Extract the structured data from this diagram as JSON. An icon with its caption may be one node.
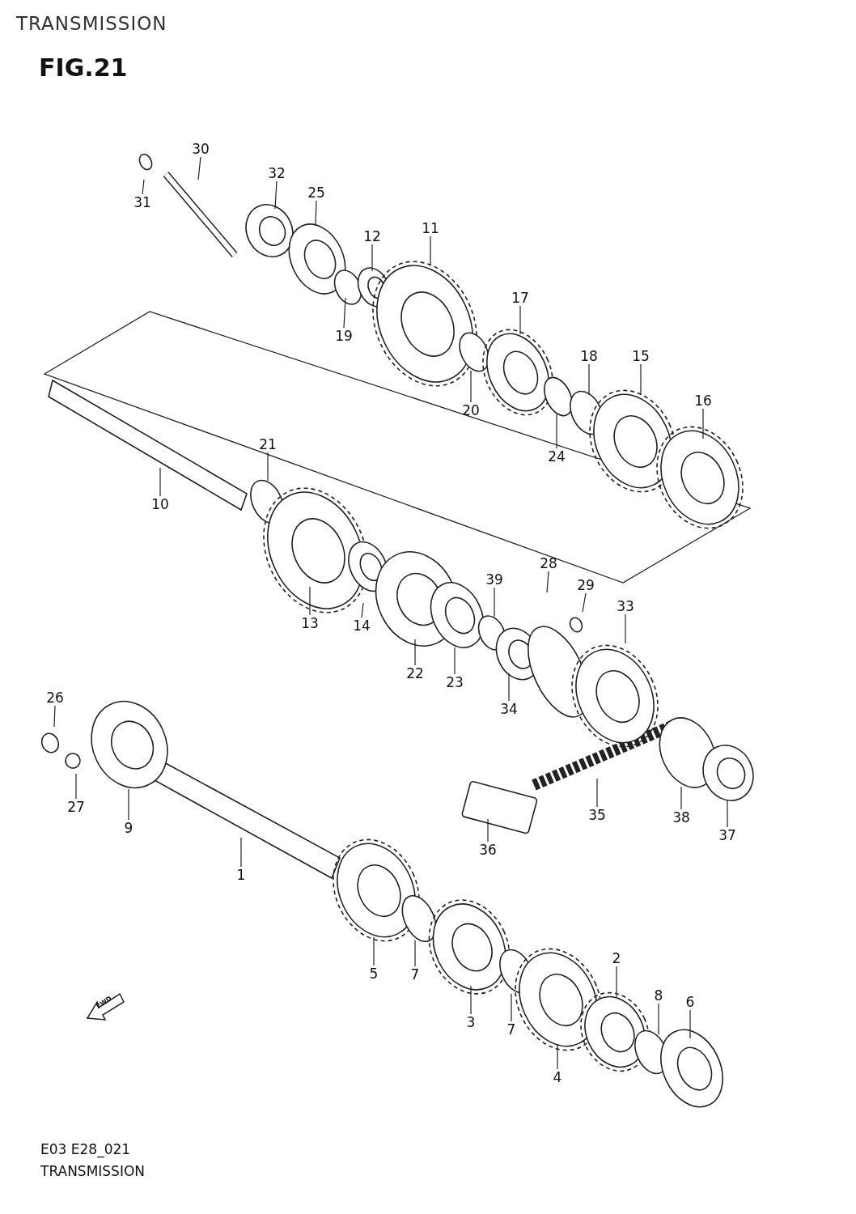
{
  "diagram": {
    "title": "TRANSMISSION",
    "nodes": [
      {
        "text": [
          "30"
        ]
      },
      {
        "text": [
          "31"
        ]
      },
      {
        "text": [
          "32"
        ]
      },
      {
        "text": [
          "25"
        ]
      },
      {
        "text": [
          "12"
        ]
      },
      {
        "text": [
          "11"
        ]
      },
      {
        "text": [
          "19"
        ]
      },
      {
        "text": [
          "17"
        ]
      },
      {
        "text": [
          "18"
        ]
      },
      {
        "text": [
          "15"
        ]
      },
      {
        "text": [
          "20"
        ]
      },
      {
        "text": [
          "16"
        ]
      },
      {
        "text": [
          "24"
        ]
      },
      {
        "text": [
          "21"
        ]
      },
      {
        "text": [
          "10"
        ]
      },
      {
        "text": [
          "28"
        ]
      },
      {
        "text": [
          "39"
        ]
      },
      {
        "text": [
          "29"
        ]
      },
      {
        "text": [
          "33"
        ]
      },
      {
        "text": [
          "13"
        ]
      },
      {
        "text": [
          "14"
        ]
      },
      {
        "text": [
          "22"
        ]
      },
      {
        "text": [
          "23"
        ]
      },
      {
        "text": [
          "26"
        ]
      },
      {
        "text": [
          "34"
        ]
      },
      {
        "text": [
          "27"
        ]
      },
      {
        "text": [
          "9"
        ]
      },
      {
        "text": [
          "35"
        ]
      },
      {
        "text": [
          "38"
        ]
      },
      {
        "text": [
          "37"
        ]
      },
      {
        "text": [
          "36"
        ]
      },
      {
        "text": [
          "1"
        ]
      },
      {
        "text": [
          "2"
        ]
      },
      {
        "text": [
          "5"
        ]
      },
      {
        "text": [
          "7"
        ]
      },
      {
        "text": [
          "8"
        ]
      },
      {
        "text": [
          "6"
        ]
      },
      {
        "text": [
          "3"
        ]
      },
      {
        "text": [
          "7"
        ]
      },
      {
        "text": [
          "4"
        ]
      }
    ],
    "edges": [
      {
        "from": 0,
        "to": null,
        "arrow": "none"
      },
      {
        "from": 1,
        "to": null,
        "arrow": "none"
      },
      {
        "from": 2,
        "to": null,
        "arrow": "none"
      },
      {
        "from": 3,
        "to": null,
        "arrow": "none"
      },
      {
        "from": 4,
        "to": null,
        "arrow": "none"
      },
      {
        "from": 5,
        "to": null,
        "arrow": "none"
      },
      {
        "from": 6,
        "to": null,
        "arrow": "none"
      },
      {
        "from": 7,
        "to": null,
        "arrow": "none"
      },
      {
        "from": 8,
        "to": null,
        "arrow": "none"
      },
      {
        "from": 9,
        "to": null,
        "arrow": "none"
      },
      {
        "from": 10,
        "to": null,
        "arrow": "none"
      },
      {
        "from": 11,
        "to": null,
        "arrow": "none"
      },
      {
        "from": 12,
        "to": null,
        "arrow": "none"
      },
      {
        "from": 13,
        "to": null,
        "arrow": "none"
      },
      {
        "from": 14,
        "to": null,
        "arrow": "none"
      },
      {
        "from": 15,
        "to": null,
        "arrow": "none"
      },
      {
        "from": 16,
        "to": null,
        "arrow": "none"
      },
      {
        "from": 17,
        "to": null,
        "arrow": "none"
      },
      {
        "from": 18,
        "to": null,
        "arrow": "none"
      },
      {
        "from": 19,
        "to": null,
        "arrow": "none"
      },
      {
        "from": 20,
        "to": null,
        "arrow": "none"
      },
      {
        "from": 21,
        "to": null,
        "arrow": "none"
      },
      {
        "from": 22,
        "to": null,
        "arrow": "none"
      },
      {
        "from": 23,
        "to": null,
        "arrow": "none"
      },
      {
        "from": 24,
        "to": null,
        "arrow": "none"
      },
      {
        "from": 25,
        "to": null,
        "arrow": "none"
      },
      {
        "from": 26,
        "to": null,
        "arrow": "none"
      },
      {
        "from": 27,
        "to": null,
        "arrow": "none"
      },
      {
        "from": 28,
        "to": null,
        "arrow": "none"
      },
      {
        "from": 29,
        "to": null,
        "arrow": "none"
      },
      {
        "from": 30,
        "to": null,
        "arrow": "none"
      },
      {
        "from": 31,
        "to": null,
        "arrow": "none"
      },
      {
        "from": 32,
        "to": null,
        "arrow": "none"
      },
      {
        "from": 33,
        "to": null,
        "arrow": "none"
      },
      {
        "from": 34,
        "to": null,
        "arrow": "none"
      },
      {
        "from": 35,
        "to": null,
        "arrow": "none"
      },
      {
        "from": 36,
        "to": null,
        "arrow": "none"
      },
      {
        "from": 37,
        "to": null,
        "arrow": "none"
      },
      {
        "from": 38,
        "to": null,
        "arrow": "none"
      },
      {
        "from": 39,
        "to": null,
        "arrow": "none"
      }
    ],
    "labels": [
      "FIG.21",
      "FWD",
      "E03 E28_021",
      "TRANSMISSION"
    ]
  }
}
